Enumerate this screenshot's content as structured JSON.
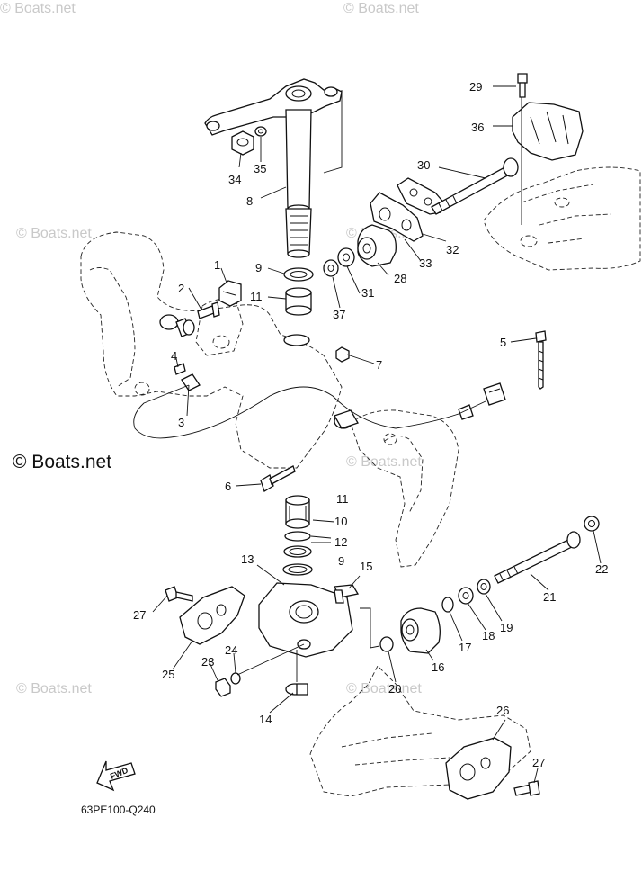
{
  "watermarks": {
    "text": "© Boats.net",
    "prominent": "© Boats.net"
  },
  "part_code": "63PE100-Q240",
  "fwd_label": "FWD",
  "callouts": [
    "1",
    "2",
    "3",
    "4",
    "5",
    "6",
    "7",
    "8",
    "9",
    "10",
    "11",
    "12",
    "13",
    "14",
    "15",
    "16",
    "17",
    "18",
    "19",
    "20",
    "21",
    "22",
    "23",
    "24",
    "25",
    "26",
    "27",
    "28",
    "29",
    "30",
    "31",
    "32",
    "33",
    "34",
    "35",
    "36",
    "37"
  ]
}
